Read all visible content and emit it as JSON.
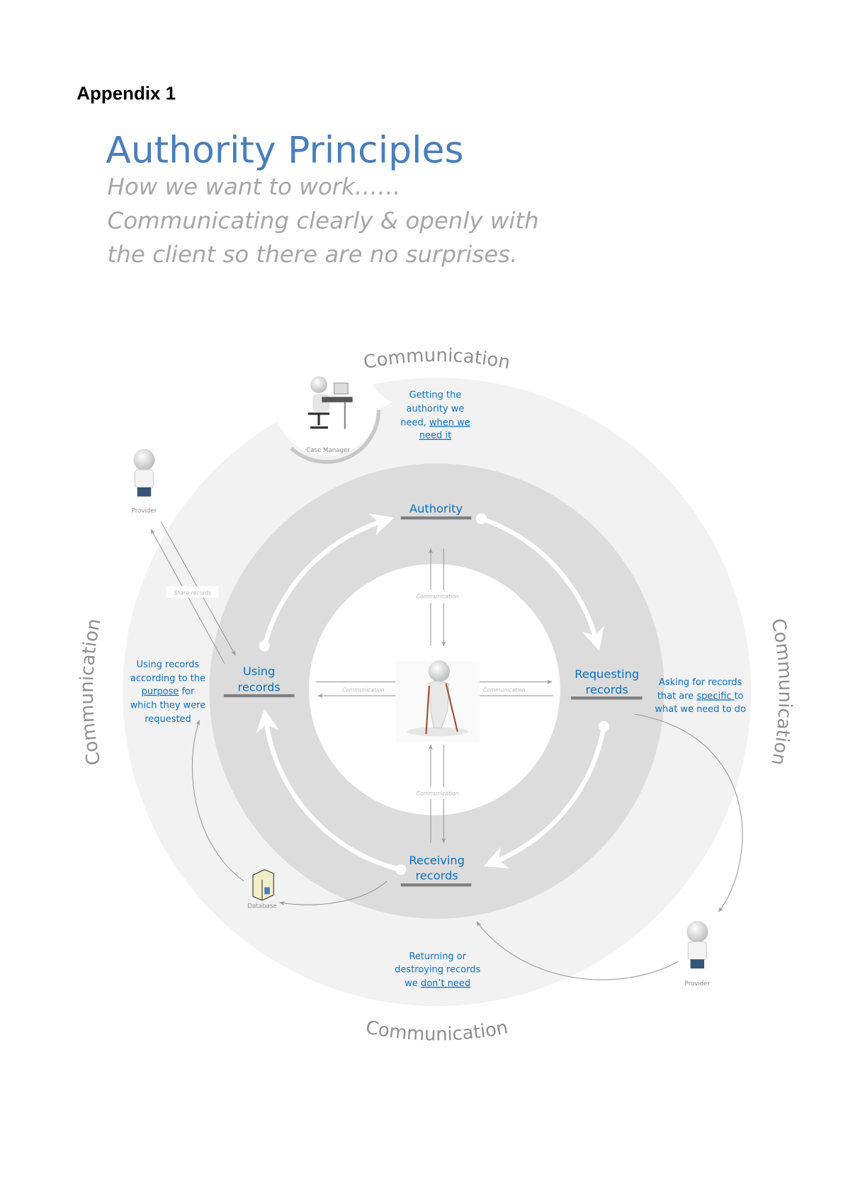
{
  "header": {
    "appendix": "Appendix 1",
    "title": "Authority Principles",
    "subtitle_lines": [
      "How we want to work……",
      "Communicating clearly & openly with",
      "the client so there are no surprises."
    ]
  },
  "diagram": {
    "ring_labels": [
      "Communication",
      "Communication",
      "Communication",
      "Communication"
    ],
    "stages": {
      "authority": "Authority",
      "requesting": [
        "Requesting",
        "records"
      ],
      "receiving": [
        "Receiving",
        "records"
      ],
      "using": [
        "Using",
        "records"
      ]
    },
    "center_label": "Communication",
    "share_records": "Share records",
    "actors": {
      "case_manager": "Case Manager",
      "provider_top": "Provider",
      "provider_bottom": "Provider",
      "database": "Database"
    },
    "notes": {
      "authority": {
        "lines": [
          "Getting the",
          "authority we"
        ],
        "line3_plain": "need, ",
        "line3_link": "when we",
        "line4_link": "need it"
      },
      "requesting": {
        "line1": "Asking for records",
        "line2_plain": "that are ",
        "line2_link": "specific ",
        "line2_tail": "to",
        "line3": "what we need to do"
      },
      "using": {
        "line1": "Using records",
        "line2": "according to the",
        "line3_link": "purpose",
        "line3_tail": " for",
        "line4": "which they were",
        "line5": "requested"
      },
      "returning": {
        "line1": "Returning or",
        "line2": "destroying records",
        "line3_plain": "we ",
        "line3_link": "don’t need"
      }
    }
  },
  "colors": {
    "accent_blue": "#0a6fc2",
    "title_blue": "#4a7ebb",
    "ring_outer": "#f2f2f2",
    "ring_mid": "#dcdcdc"
  }
}
